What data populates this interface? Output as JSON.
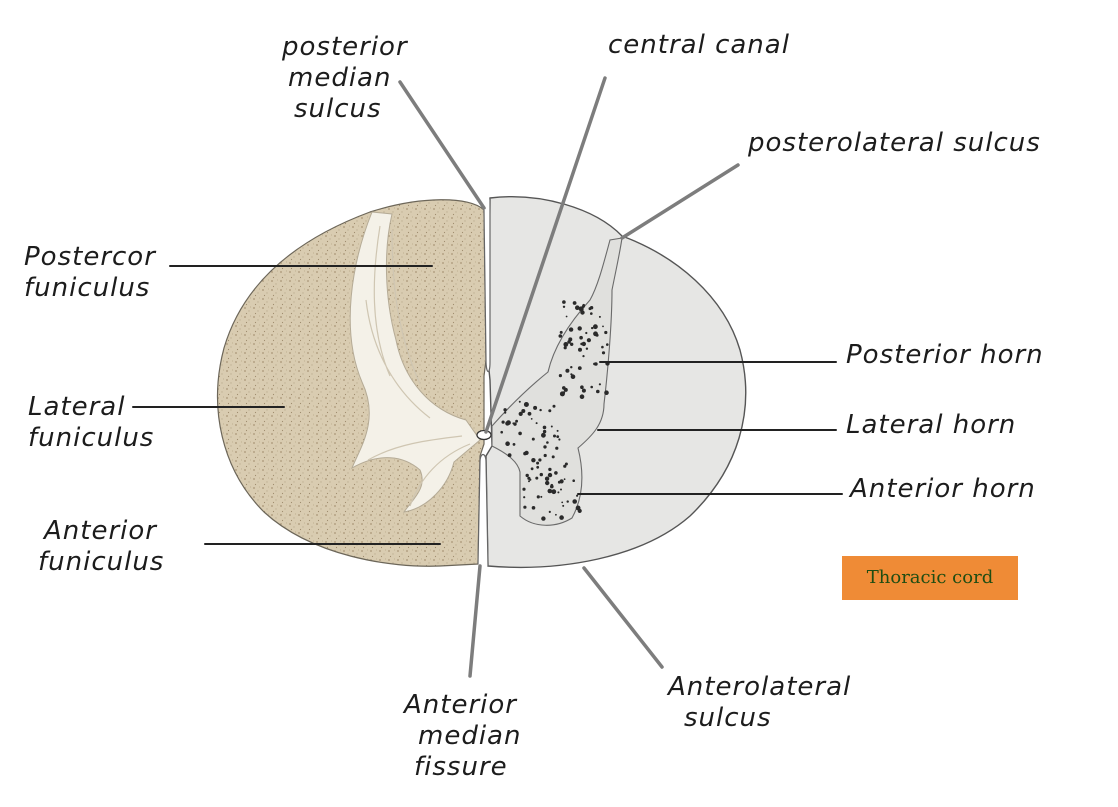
{
  "labels": {
    "posterior_median_sulcus": [
      "posterior",
      "median",
      "sulcus"
    ],
    "central_canal": [
      "central canal"
    ],
    "posterolateral_sulcus": [
      "posterolateral sulcus"
    ],
    "posterior_funiculus": [
      "Postercor",
      "funiculus"
    ],
    "lateral_funiculus": [
      "Lateral",
      "funiculus"
    ],
    "anterior_funiculus": [
      "Anterior",
      "funiculus"
    ],
    "posterior_horn": [
      "Posterior horn"
    ],
    "lateral_horn": [
      "Lateral horn"
    ],
    "anterior_horn": [
      "Anterior horn"
    ],
    "anterior_median_fissure": [
      "Anterior",
      "median",
      "fissure"
    ],
    "anterolateral_sulcus": [
      "Anterolateral",
      "sulcus"
    ]
  },
  "badge": {
    "text": "Thoracic cord",
    "color": "#ef8b36"
  },
  "colors": {
    "stained_half": "#d9ccb1",
    "unstained_half": "#e6e6e4",
    "outline": "#555555",
    "leader_line": "#7d7d7d",
    "gray_matter_dots": "#2a2a2a"
  }
}
